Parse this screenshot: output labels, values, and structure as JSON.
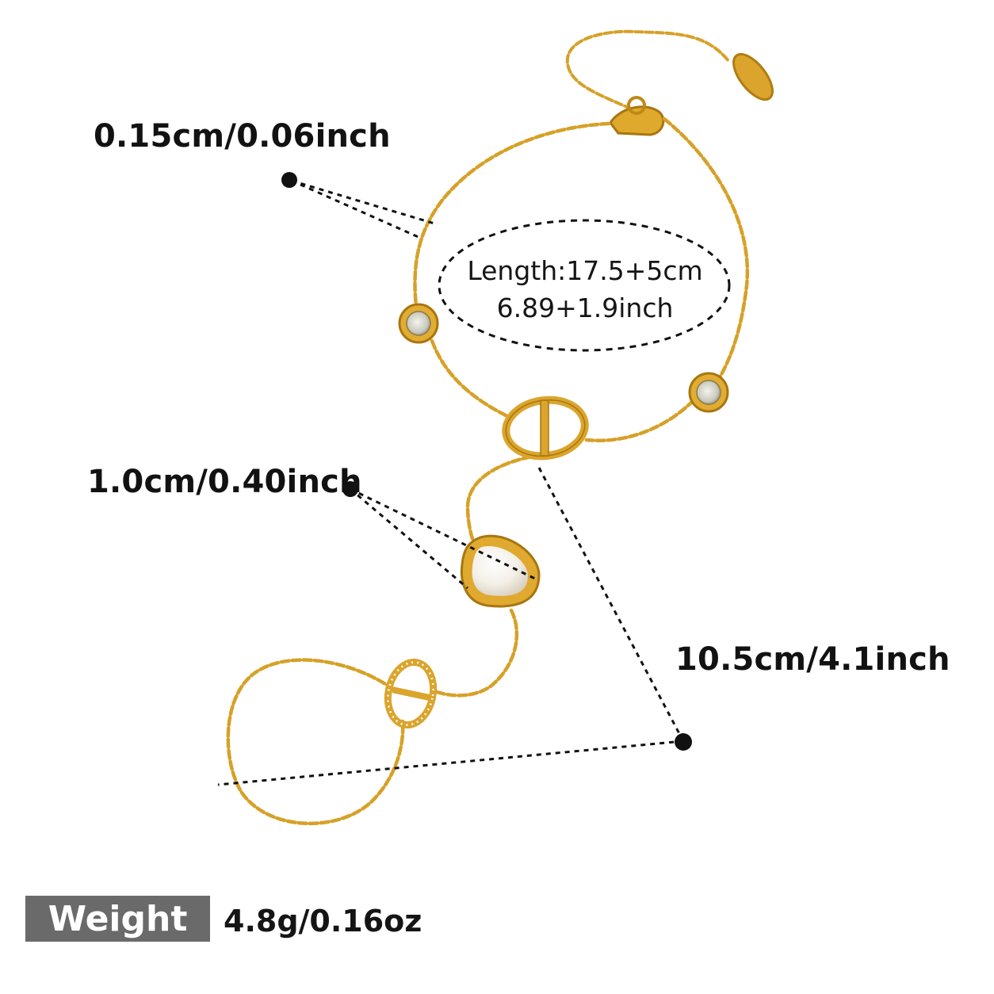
{
  "labels": {
    "chain_thickness": "0.15cm/0.06inch",
    "pendant_size": "1.0cm/0.40inch",
    "drop_length": "10.5cm/4.1inch"
  },
  "length": {
    "line1": "Length:17.5+5cm",
    "line2": "6.89+1.9inch"
  },
  "weight": {
    "label": "Weight",
    "value": "4.8g/0.16oz"
  },
  "colors": {
    "gold": "#d8a024",
    "gold_dark": "#b07c12",
    "badge": "#6a6a6a"
  }
}
